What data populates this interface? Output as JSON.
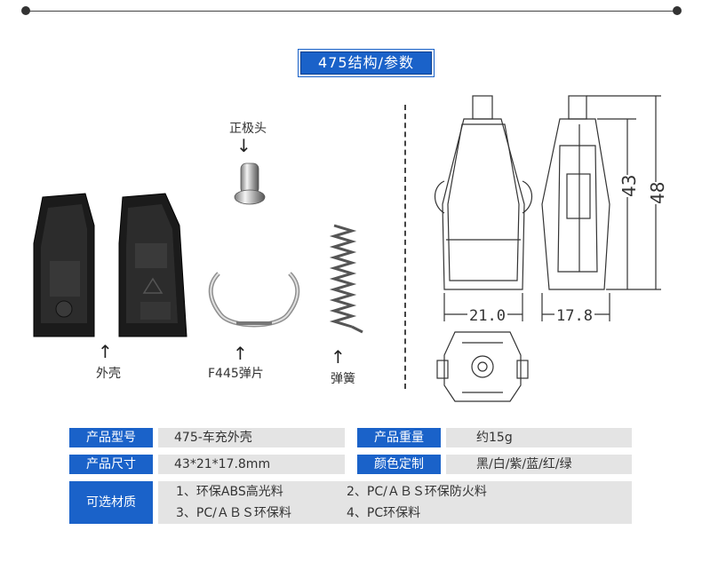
{
  "title": "475结构/参数",
  "parts": {
    "cap_label": "正极头",
    "shell_label": "外壳",
    "clip_label": "F445弹片",
    "spring_label": "弹簧",
    "arrow_down": "↓",
    "arrow_up": "↑"
  },
  "dimensions": {
    "width": "21.0",
    "depth": "17.8",
    "height_inner": "43",
    "height_outer": "48"
  },
  "specs": {
    "model_label": "产品型号",
    "model_value": "475-车充外壳",
    "weight_label": "产品重量",
    "weight_value": "约15g",
    "size_label": "产品尺寸",
    "size_value": "43*21*17.8mm",
    "color_label": "颜色定制",
    "color_value": "黑/白/紫/蓝/红/绿",
    "material_label": "可选材质",
    "materials": [
      "1、环保ABS高光料",
      "2、PC/ＡＢＳ环保防火料",
      "3、PC/ＡＢＳ环保料",
      "4、PC环保料"
    ]
  },
  "colors": {
    "accent": "#1a62c9",
    "cell_bg": "#e4e4e4"
  }
}
